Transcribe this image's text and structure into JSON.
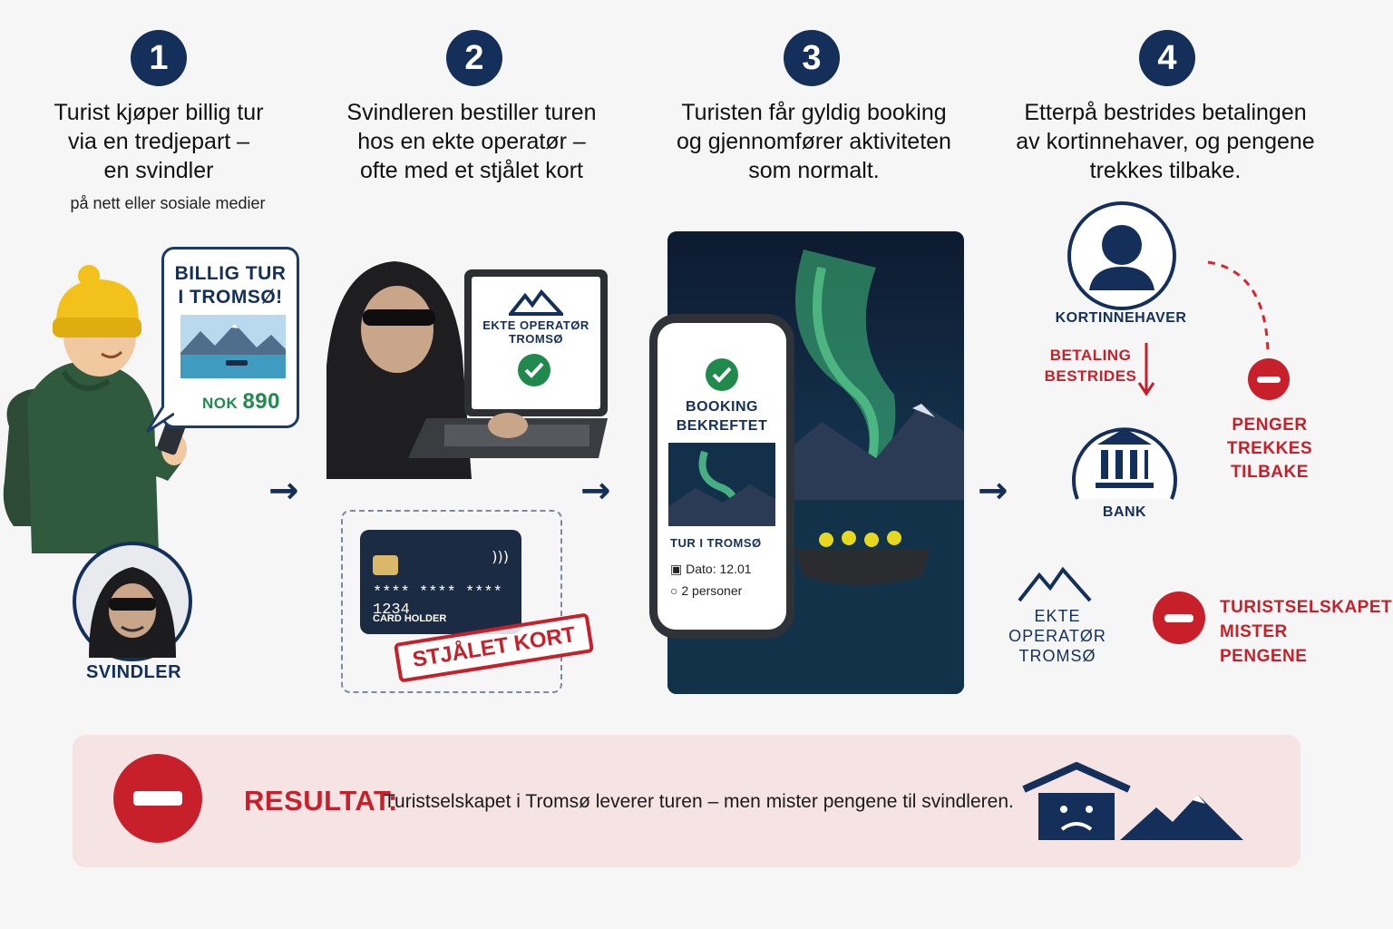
{
  "steps": [
    {
      "number": "1",
      "title": "Turist kjøper billig tur\nvia en tredjepart –\nen svindler",
      "subtitle": "på nett eller sosiale medier"
    },
    {
      "number": "2",
      "title": "Svindleren bestiller turen\nhos en ekte operatør –\nofte med et stjålet kort"
    },
    {
      "number": "3",
      "title": "Turisten får gyldig booking\nog gjennomfører aktiviteten\nsom normalt."
    },
    {
      "number": "4",
      "title": "Etterpå bestrides betalingen\nav kortinnehaver, og pengene\ntrekkes tilbake."
    }
  ],
  "ad": {
    "line1": "BILLIG TUR",
    "line2": "I TROMSØ!",
    "price_currency": "NOK",
    "price_value": "890"
  },
  "scammer_label": "SVINDLER",
  "laptop": {
    "line1": "EKTE OPERATØR",
    "line2": "TROMSØ"
  },
  "card": {
    "number": "**** **** **** 1234",
    "holder": "CARD HOLDER",
    "stamp": "STJÅLET KORT"
  },
  "phone": {
    "line1": "BOOKING",
    "line2": "BEKREFTET",
    "tour": "TUR I TROMSØ",
    "date": "Dato: 12.01",
    "persons": "2 personer"
  },
  "step4": {
    "cardholder": "KORTINNEHAVER",
    "dispute1": "BETALING",
    "dispute2": "BESTRIDES",
    "bank": "BANK",
    "clawback1": "PENGER",
    "clawback2": "TREKKES",
    "clawback3": "TILBAKE",
    "operator1": "EKTE OPERATØR",
    "operator2": "TROMSØ",
    "loss1": "TURISTSELSKAPET",
    "loss2": "MISTER",
    "loss3": "PENGENE"
  },
  "result": {
    "label": "RESULTAT:",
    "text": "Turistselskapet i Tromsø leverer turen – men mister pengene til svindleren."
  },
  "colors": {
    "navy": "#14305a",
    "red": "#c8202a",
    "result_bg": "#f6e4e5",
    "check": "#1f8a4c"
  }
}
